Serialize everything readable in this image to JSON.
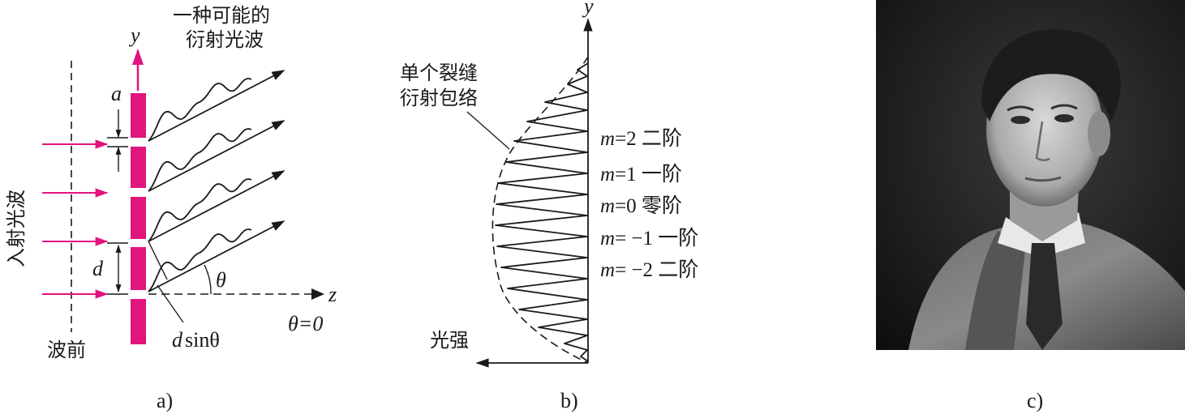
{
  "panel_a": {
    "caption": "a)",
    "title_line1": "一种可能的",
    "title_line2": "衍射光波",
    "incident_label": "入射光波",
    "wavefront_label": "波前",
    "y_axis": "y",
    "z_axis": "z",
    "slit_width": "a",
    "slit_spacing": "d",
    "angle": "θ",
    "path_diff_italic": "d",
    "path_diff_rest": "sinθ",
    "theta_zero": "θ=0",
    "colors": {
      "grating": "#e0157e",
      "arrows": "#e0157e",
      "ink": "#1a1a1a"
    }
  },
  "panel_b": {
    "caption": "b)",
    "envelope_line1": "单个裂缝",
    "envelope_line2": "衍射包络",
    "y_axis": "y",
    "intensity_label": "光强",
    "orders": [
      {
        "m": "m",
        "eq": "=2 二阶"
      },
      {
        "m": "m",
        "eq": "=1 一阶"
      },
      {
        "m": "m",
        "eq": "=0 零阶"
      },
      {
        "m": "m",
        "eq": "= −1 一阶"
      },
      {
        "m": "m",
        "eq": "= −2 二阶"
      }
    ]
  },
  "panel_c": {
    "caption": "c)",
    "image": "portrait-photo"
  }
}
